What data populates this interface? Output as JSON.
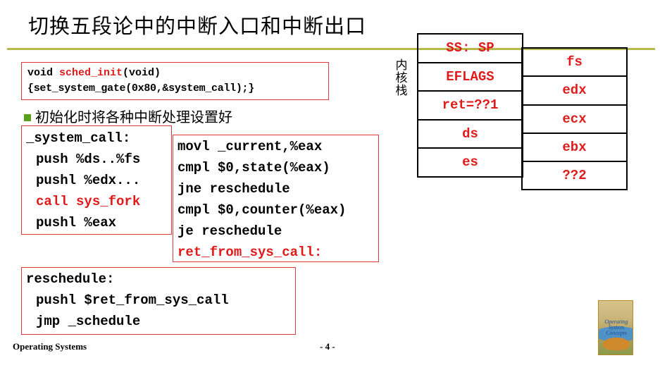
{
  "slide": {
    "title": "切换五段论中的中断入口和中断出口",
    "init_code": {
      "line1_prefix": "void ",
      "line1_func": "sched_init",
      "line1_suffix": "(void)",
      "line2": "{set_system_gate(0x80,&system_call);}"
    },
    "bullet": "初始化时将各种中断处理设置好",
    "system_call_block": {
      "label": "_system_call:",
      "lines": [
        "push %ds..%fs",
        "pushl %edx...",
        "call sys_fork",
        "pushl %eax"
      ],
      "highlight_line": "call sys_fork"
    },
    "check_block": {
      "lines": [
        "movl _current,%eax",
        "cmpl $0,state(%eax)",
        "jne reschedule",
        "cmpl $0,counter(%eax)",
        "je reschedule"
      ],
      "highlight_line": "ret_from_sys_call:"
    },
    "reschedule_block": {
      "label": "reschedule:",
      "lines": [
        "pushl $ret_from_sys_call",
        "jmp _schedule"
      ]
    },
    "stack_label": "内核栈",
    "kernel_stack": [
      "SS: SP",
      "EFLAGS",
      "ret=??1",
      "ds",
      "es"
    ],
    "user_stack": [
      "fs",
      "edx",
      "ecx",
      "ebx",
      "??2"
    ],
    "footer": {
      "course": "Operating Systems",
      "page": "- 4 -"
    },
    "book_cover_text": "Operating System Concepts",
    "colors": {
      "highlight": "#e01b1b",
      "box_border": "#e03a3a",
      "rule": "#b7b84a",
      "bullet": "#5aa01f"
    }
  }
}
